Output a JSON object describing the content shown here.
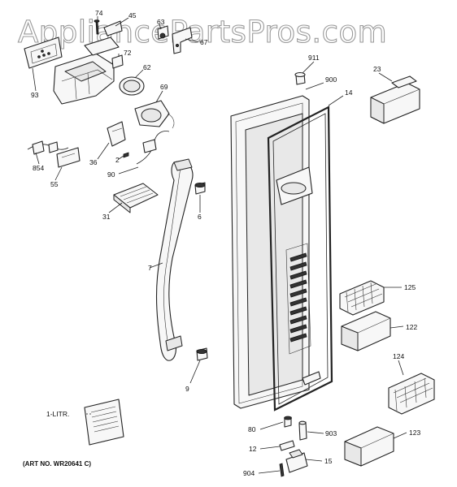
{
  "watermark": "AppliancePartsPros.com",
  "art_number": "(ART NO. WR20641 C)",
  "callouts": {
    "c74": "74",
    "c45": "45",
    "c63": "63",
    "c67": "67",
    "c72": "72",
    "c62": "62",
    "c93": "93",
    "c69": "69",
    "c911": "911",
    "c900": "900",
    "c14": "14",
    "c23": "23",
    "c36": "36",
    "c2": "2",
    "c854": "854",
    "c55": "55",
    "c90": "90",
    "c31": "31",
    "c6": "6",
    "c7": "7",
    "c125": "125",
    "c122": "122",
    "c124": "124",
    "c9": "9",
    "c1litr": "1-LITR.",
    "c80": "80",
    "c903": "903",
    "c123": "123",
    "c12": "12",
    "c15": "15",
    "c904": "904"
  }
}
